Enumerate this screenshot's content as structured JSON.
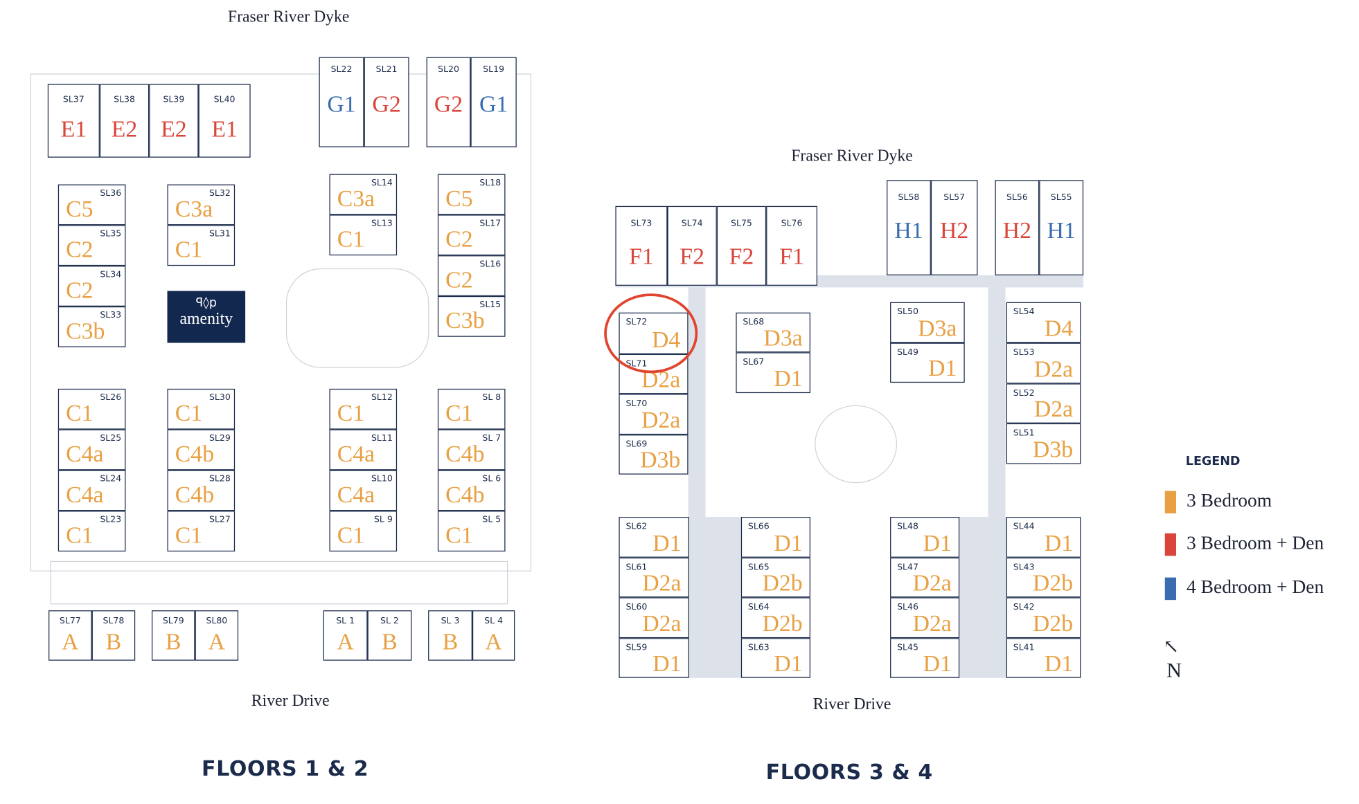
{
  "colors": {
    "three_bed": "#E8A043",
    "three_bed_den": "#D9453A",
    "four_bed_den": "#3A6DB0",
    "navy": "#1B2B4B"
  },
  "plans": [
    {
      "title": "FLOORS 1 & 2",
      "north_label": "Fraser River Dyke",
      "south_label": "River Drive",
      "amenity": {
        "logo": "ꟼ◊p",
        "label": "amenity"
      },
      "units": [
        {
          "sl": "SL37",
          "type": "E1",
          "cat": "three_bed_den"
        },
        {
          "sl": "SL38",
          "type": "E2",
          "cat": "three_bed_den"
        },
        {
          "sl": "SL39",
          "type": "E2",
          "cat": "three_bed_den"
        },
        {
          "sl": "SL40",
          "type": "E1",
          "cat": "three_bed_den"
        },
        {
          "sl": "SL22",
          "type": "G1",
          "cat": "four_bed_den"
        },
        {
          "sl": "SL21",
          "type": "G2",
          "cat": "three_bed_den"
        },
        {
          "sl": "SL20",
          "type": "G2",
          "cat": "three_bed_den"
        },
        {
          "sl": "SL19",
          "type": "G1",
          "cat": "four_bed_den"
        },
        {
          "sl": "SL36",
          "type": "C5",
          "cat": "three_bed"
        },
        {
          "sl": "SL35",
          "type": "C2",
          "cat": "three_bed"
        },
        {
          "sl": "SL34",
          "type": "C2",
          "cat": "three_bed"
        },
        {
          "sl": "SL33",
          "type": "C3b",
          "cat": "three_bed"
        },
        {
          "sl": "SL32",
          "type": "C3a",
          "cat": "three_bed"
        },
        {
          "sl": "SL31",
          "type": "C1",
          "cat": "three_bed"
        },
        {
          "sl": "SL14",
          "type": "C3a",
          "cat": "three_bed"
        },
        {
          "sl": "SL13",
          "type": "C1",
          "cat": "three_bed"
        },
        {
          "sl": "SL18",
          "type": "C5",
          "cat": "three_bed"
        },
        {
          "sl": "SL17",
          "type": "C2",
          "cat": "three_bed"
        },
        {
          "sl": "SL16",
          "type": "C2",
          "cat": "three_bed"
        },
        {
          "sl": "SL15",
          "type": "C3b",
          "cat": "three_bed"
        },
        {
          "sl": "SL26",
          "type": "C1",
          "cat": "three_bed"
        },
        {
          "sl": "SL25",
          "type": "C4a",
          "cat": "three_bed"
        },
        {
          "sl": "SL24",
          "type": "C4a",
          "cat": "three_bed"
        },
        {
          "sl": "SL23",
          "type": "C1",
          "cat": "three_bed"
        },
        {
          "sl": "SL30",
          "type": "C1",
          "cat": "three_bed"
        },
        {
          "sl": "SL29",
          "type": "C4b",
          "cat": "three_bed"
        },
        {
          "sl": "SL28",
          "type": "C4b",
          "cat": "three_bed"
        },
        {
          "sl": "SL27",
          "type": "C1",
          "cat": "three_bed"
        },
        {
          "sl": "SL12",
          "type": "C1",
          "cat": "three_bed"
        },
        {
          "sl": "SL11",
          "type": "C4a",
          "cat": "three_bed"
        },
        {
          "sl": "SL10",
          "type": "C4a",
          "cat": "three_bed"
        },
        {
          "sl": "SL 9",
          "type": "C1",
          "cat": "three_bed"
        },
        {
          "sl": "SL 8",
          "type": "C1",
          "cat": "three_bed"
        },
        {
          "sl": "SL 7",
          "type": "C4b",
          "cat": "three_bed"
        },
        {
          "sl": "SL 6",
          "type": "C4b",
          "cat": "three_bed"
        },
        {
          "sl": "SL 5",
          "type": "C1",
          "cat": "three_bed"
        },
        {
          "sl": "SL77",
          "type": "A",
          "cat": "three_bed"
        },
        {
          "sl": "SL78",
          "type": "B",
          "cat": "three_bed"
        },
        {
          "sl": "SL79",
          "type": "B",
          "cat": "three_bed"
        },
        {
          "sl": "SL80",
          "type": "A",
          "cat": "three_bed"
        },
        {
          "sl": "SL 1",
          "type": "A",
          "cat": "three_bed"
        },
        {
          "sl": "SL 2",
          "type": "B",
          "cat": "three_bed"
        },
        {
          "sl": "SL 3",
          "type": "B",
          "cat": "three_bed"
        },
        {
          "sl": "SL 4",
          "type": "A",
          "cat": "three_bed"
        }
      ]
    },
    {
      "title": "FLOORS 3 & 4",
      "north_label": "Fraser River Dyke",
      "south_label": "River Drive",
      "units": [
        {
          "sl": "SL73",
          "type": "F1",
          "cat": "three_bed_den"
        },
        {
          "sl": "SL74",
          "type": "F2",
          "cat": "three_bed_den"
        },
        {
          "sl": "SL75",
          "type": "F2",
          "cat": "three_bed_den"
        },
        {
          "sl": "SL76",
          "type": "F1",
          "cat": "three_bed_den"
        },
        {
          "sl": "SL58",
          "type": "H1",
          "cat": "four_bed_den"
        },
        {
          "sl": "SL57",
          "type": "H2",
          "cat": "three_bed_den"
        },
        {
          "sl": "SL56",
          "type": "H2",
          "cat": "three_bed_den"
        },
        {
          "sl": "SL55",
          "type": "H1",
          "cat": "four_bed_den"
        },
        {
          "sl": "SL72",
          "type": "D4",
          "cat": "three_bed",
          "highlighted": true
        },
        {
          "sl": "SL71",
          "type": "D2a",
          "cat": "three_bed"
        },
        {
          "sl": "SL70",
          "type": "D2a",
          "cat": "three_bed"
        },
        {
          "sl": "SL69",
          "type": "D3b",
          "cat": "three_bed"
        },
        {
          "sl": "SL68",
          "type": "D3a",
          "cat": "three_bed"
        },
        {
          "sl": "SL67",
          "type": "D1",
          "cat": "three_bed"
        },
        {
          "sl": "SL50",
          "type": "D3a",
          "cat": "three_bed"
        },
        {
          "sl": "SL49",
          "type": "D1",
          "cat": "three_bed"
        },
        {
          "sl": "SL54",
          "type": "D4",
          "cat": "three_bed"
        },
        {
          "sl": "SL53",
          "type": "D2a",
          "cat": "three_bed"
        },
        {
          "sl": "SL52",
          "type": "D2a",
          "cat": "three_bed"
        },
        {
          "sl": "SL51",
          "type": "D3b",
          "cat": "three_bed"
        },
        {
          "sl": "SL62",
          "type": "D1",
          "cat": "three_bed"
        },
        {
          "sl": "SL61",
          "type": "D2a",
          "cat": "three_bed"
        },
        {
          "sl": "SL60",
          "type": "D2a",
          "cat": "three_bed"
        },
        {
          "sl": "SL59",
          "type": "D1",
          "cat": "three_bed"
        },
        {
          "sl": "SL66",
          "type": "D1",
          "cat": "three_bed"
        },
        {
          "sl": "SL65",
          "type": "D2b",
          "cat": "three_bed"
        },
        {
          "sl": "SL64",
          "type": "D2b",
          "cat": "three_bed"
        },
        {
          "sl": "SL63",
          "type": "D1",
          "cat": "three_bed"
        },
        {
          "sl": "SL48",
          "type": "D1",
          "cat": "three_bed"
        },
        {
          "sl": "SL47",
          "type": "D2a",
          "cat": "three_bed"
        },
        {
          "sl": "SL46",
          "type": "D2a",
          "cat": "three_bed"
        },
        {
          "sl": "SL45",
          "type": "D1",
          "cat": "three_bed"
        },
        {
          "sl": "SL44",
          "type": "D1",
          "cat": "three_bed"
        },
        {
          "sl": "SL43",
          "type": "D2b",
          "cat": "three_bed"
        },
        {
          "sl": "SL42",
          "type": "D2b",
          "cat": "three_bed"
        },
        {
          "sl": "SL41",
          "type": "D1",
          "cat": "three_bed"
        }
      ]
    }
  ],
  "legend": {
    "title": "LEGEND",
    "items": [
      {
        "label": "3 Bedroom",
        "cat": "three_bed"
      },
      {
        "label": "3 Bedroom + Den",
        "cat": "three_bed_den"
      },
      {
        "label": "4 Bedroom + Den",
        "cat": "four_bed_den"
      }
    ]
  },
  "north_arrow": {
    "label": "N",
    "glyph": "↖"
  }
}
